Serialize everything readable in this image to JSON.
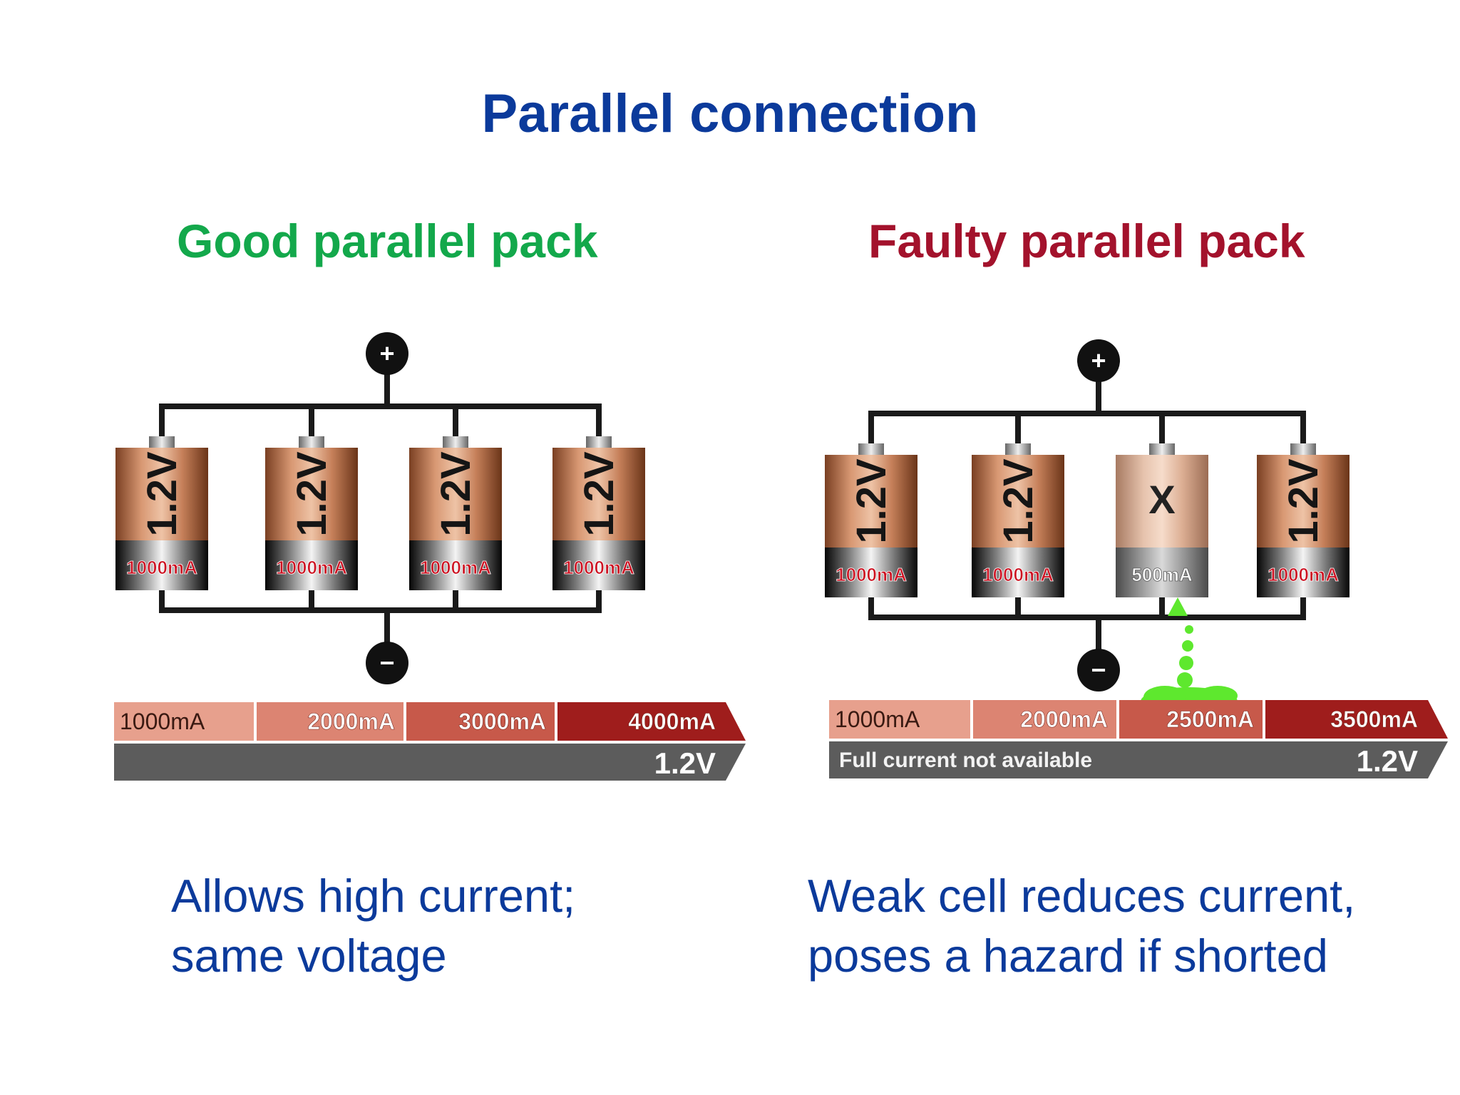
{
  "title": "Parallel connection",
  "good": {
    "subtitle": "Good parallel pack",
    "cells": [
      {
        "voltage": "1.2V",
        "capacity": "1000mA"
      },
      {
        "voltage": "1.2V",
        "capacity": "1000mA"
      },
      {
        "voltage": "1.2V",
        "capacity": "1000mA"
      },
      {
        "voltage": "1.2V",
        "capacity": "1000mA"
      }
    ],
    "current_steps": [
      "1000mA",
      "2000mA",
      "3000mA",
      "4000mA"
    ],
    "voltage_bar_note": "",
    "voltage_bar_value": "1.2V",
    "caption_line1": "Allows high current;",
    "caption_line2": "same voltage"
  },
  "faulty": {
    "subtitle": "Faulty parallel pack",
    "cells": [
      {
        "voltage": "1.2V",
        "capacity": "1000mA"
      },
      {
        "voltage": "1.2V",
        "capacity": "1000mA"
      },
      {
        "voltage": "X",
        "capacity": "500mA",
        "weak": true
      },
      {
        "voltage": "1.2V",
        "capacity": "1000mA"
      }
    ],
    "current_steps": [
      "1000mA",
      "2000mA",
      "2500mA",
      "3500mA"
    ],
    "voltage_bar_note": "Full current not available",
    "voltage_bar_value": "1.2V",
    "caption_line1": "Weak cell reduces current,",
    "caption_line2": "poses a hazard if shorted"
  },
  "terminals": {
    "positive": "+",
    "negative": "−"
  },
  "colors": {
    "title": "#0b3a9b",
    "good": "#13a84b",
    "faulty": "#a3122c",
    "leak": "#5ee82e",
    "wire": "#1a1a1a"
  }
}
